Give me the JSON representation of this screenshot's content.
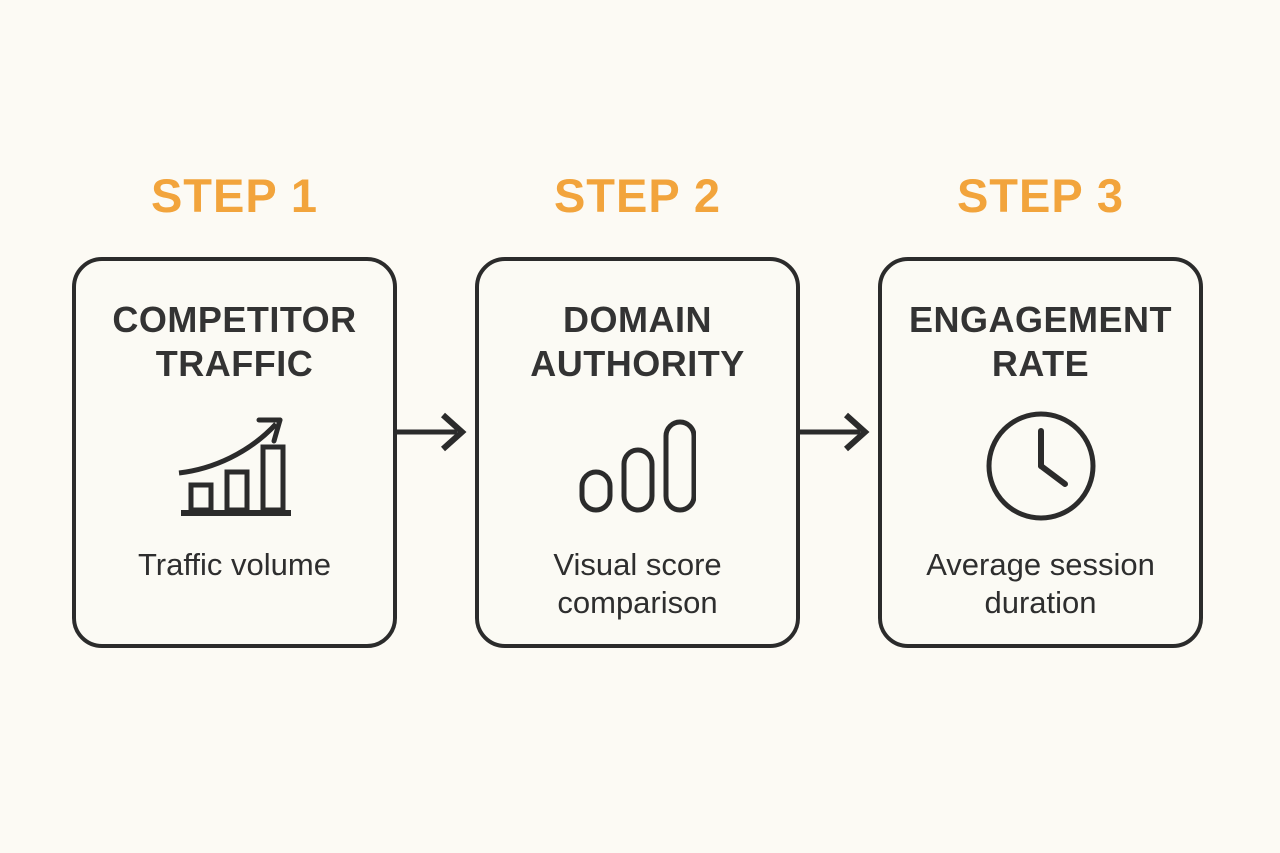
{
  "theme": {
    "background": "#FCFAF4",
    "card_background": "#FBFAF4",
    "accent": "#F2A43C",
    "ink": "#2B2B2B"
  },
  "steps": [
    {
      "step_label": "STEP 1",
      "title": "COMPETITOR TRAFFIC",
      "icon": "traffic-growth-chart-icon",
      "caption": "Traffic volume"
    },
    {
      "step_label": "STEP 2",
      "title": "DOMAIN AUTHORITY",
      "icon": "signal-bars-icon",
      "caption": "Visual score comparison"
    },
    {
      "step_label": "STEP 3",
      "title": "ENGAGEMENT RATE",
      "icon": "clock-icon",
      "caption": "Average session duration"
    }
  ],
  "connectors": [
    {
      "type": "arrow-right"
    },
    {
      "type": "arrow-right"
    }
  ]
}
